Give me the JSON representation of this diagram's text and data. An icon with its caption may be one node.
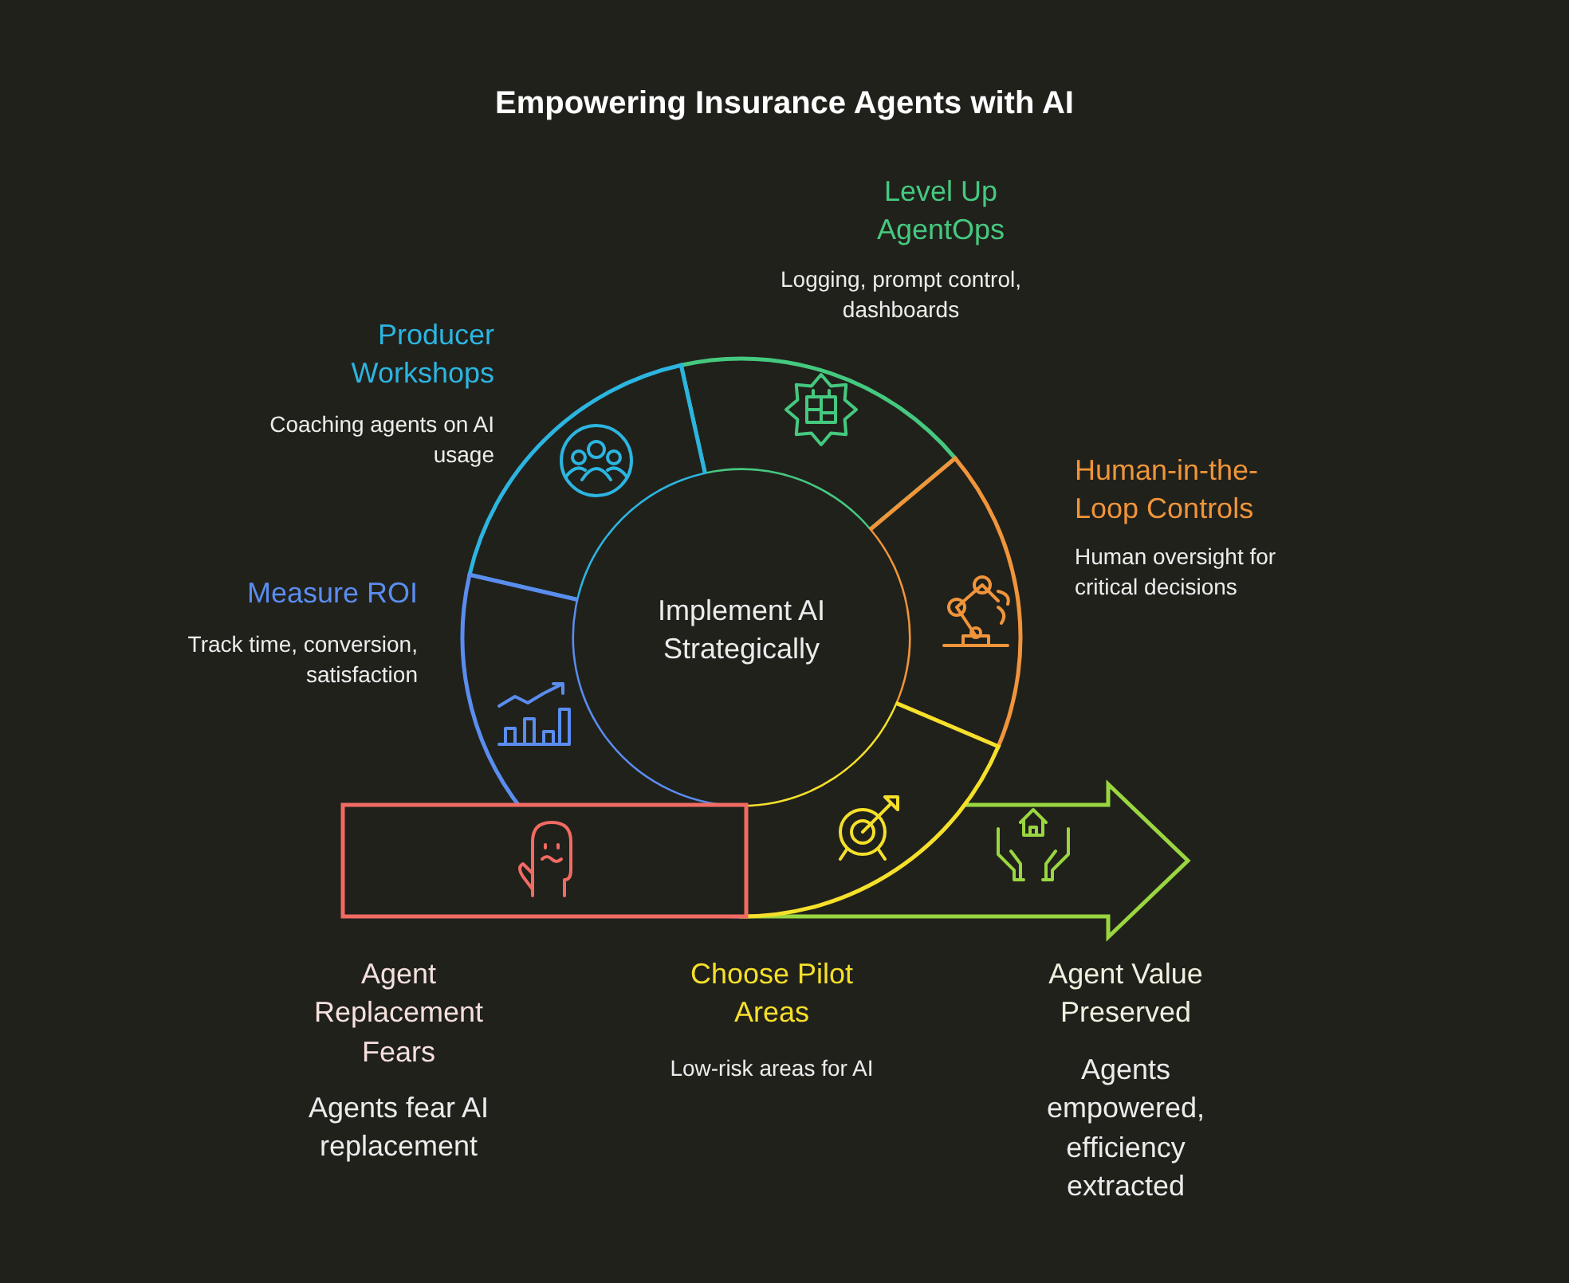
{
  "diagram": {
    "title": "Empowering Insurance Agents with AI",
    "nodes": [
      {
        "text": [
          "Level Up AgentOps",
          "Logging, prompt control, dashboards"
        ]
      },
      {
        "text": [
          "Producer Workshops",
          "Coaching agents on AI usage"
        ]
      },
      {
        "text": [
          "Human-in-the-Loop Controls",
          "Human oversight for critical decisions"
        ]
      },
      {
        "text": [
          "Measure ROI",
          "Track time, conversion, satisfaction"
        ]
      },
      {
        "text": [
          "Implement AI Strategically"
        ]
      },
      {
        "text": [
          "Agent Replacement Fears",
          "Agents fear AI replacement"
        ]
      },
      {
        "text": [
          "Choose Pilot Areas",
          "Low-risk areas for AI"
        ]
      },
      {
        "text": [
          "Agent Value Preserved",
          "Agents empowered, efficiency extracted"
        ]
      }
    ],
    "edges": []
  }
}
